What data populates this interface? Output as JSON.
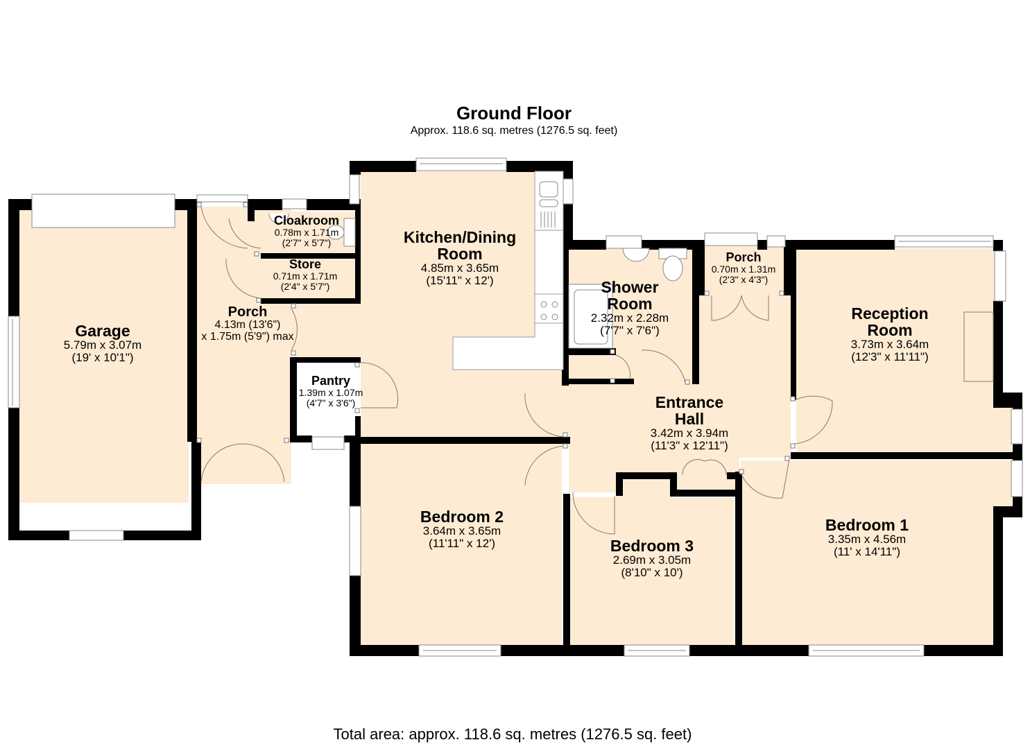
{
  "header": {
    "title": "Ground Floor",
    "subtitle": "Approx. 118.6 sq. metres (1276.5 sq. feet)"
  },
  "footer": {
    "total_area": "Total area: approx. 118.6 sq. metres (1276.5 sq. feet)"
  },
  "colors": {
    "floor": "#fdebd3",
    "wall": "#000000",
    "background": "#ffffff"
  },
  "rooms": {
    "garage": {
      "name": "Garage",
      "metric": "5.79m x 3.07m",
      "imperial": "(19' x 10'1\")"
    },
    "porch_west": {
      "name": "Porch",
      "metric": "4.13m (13'6\")",
      "imperial": "x 1.75m (5'9\") max"
    },
    "cloakroom": {
      "name": "Cloakroom",
      "metric": "0.78m x 1.71m",
      "imperial": "(2'7\" x 5'7\")"
    },
    "store": {
      "name": "Store",
      "metric": "0.71m x 1.71m",
      "imperial": "(2'4\" x 5'7\")"
    },
    "pantry": {
      "name": "Pantry",
      "metric": "1.39m x 1.07m",
      "imperial": "(4'7\" x 3'6\")"
    },
    "kitchen": {
      "name_line1": "Kitchen/Dining",
      "name_line2": "Room",
      "metric": "4.85m x 3.65m",
      "imperial": "(15'11\" x 12')"
    },
    "shower": {
      "name_line1": "Shower",
      "name_line2": "Room",
      "metric": "2.32m x 2.28m",
      "imperial": "(7'7\" x 7'6\")"
    },
    "porch_east": {
      "name": "Porch",
      "metric": "0.70m x 1.31m",
      "imperial": "(2'3\" x 4'3\")"
    },
    "reception": {
      "name_line1": "Reception",
      "name_line2": "Room",
      "metric": "3.73m x 3.64m",
      "imperial": "(12'3\" x 11'11\")"
    },
    "entrance_hall": {
      "name_line1": "Entrance",
      "name_line2": "Hall",
      "metric": "3.42m x 3.94m",
      "imperial": "(11'3\" x 12'11\")"
    },
    "bedroom2": {
      "name": "Bedroom 2",
      "metric": "3.64m x 3.65m",
      "imperial": "(11'11\" x 12')"
    },
    "bedroom3": {
      "name": "Bedroom 3",
      "metric": "2.69m x 3.05m",
      "imperial": "(8'10\" x 10')"
    },
    "bedroom1": {
      "name": "Bedroom 1",
      "metric": "3.35m x 4.56m",
      "imperial": "(11' x 14'11\")"
    }
  }
}
